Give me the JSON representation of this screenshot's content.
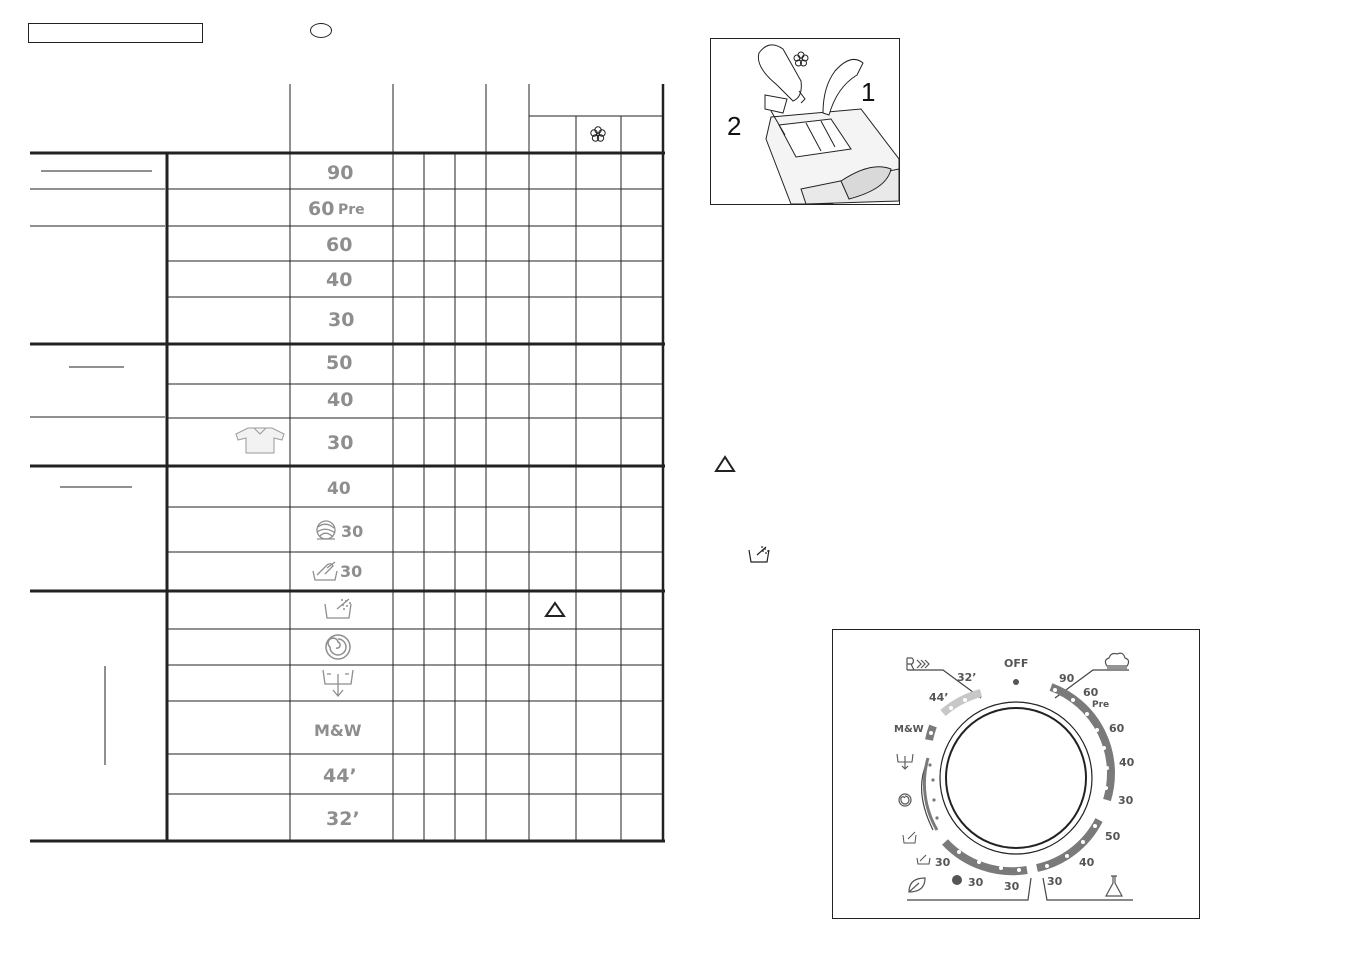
{
  "header": {
    "title": "",
    "language_badge": ""
  },
  "table": {
    "programmes": [
      "90",
      "60",
      "Pre",
      "60",
      "40",
      "30",
      "50",
      "40",
      "30",
      "40",
      "30",
      "30",
      "M&W",
      "44’",
      "32’"
    ]
  },
  "drawer_diagram": {
    "labels": [
      "1",
      "2"
    ],
    "icons": [
      "softener-flower-icon",
      "detergent-bottle-icon",
      "drawer-icon"
    ]
  },
  "warning": {
    "icon": "warning-triangle-icon"
  },
  "rinse_note": {
    "icon": "rinse-shower-icon"
  },
  "dial": {
    "off_label": "OFF",
    "left_labels": [
      "32’",
      "44’",
      "M&W",
      "30",
      "30",
      "30",
      "40"
    ],
    "right_labels": [
      "90",
      "60",
      "Pre",
      "60",
      "40",
      "30",
      "50",
      "40",
      "30"
    ],
    "icons": [
      "rapid-icon",
      "cotton-icon",
      "rinse-icon",
      "spin-icon",
      "drain-icon",
      "wool-icon",
      "handwash-icon",
      "eco-leaf-icon",
      "lab-flask-icon"
    ]
  },
  "colors": {
    "accent": "#8e8e8e",
    "line": "#222222",
    "dial_band": "#7a7a7a",
    "dial_band_light": "#bdbdbd"
  }
}
